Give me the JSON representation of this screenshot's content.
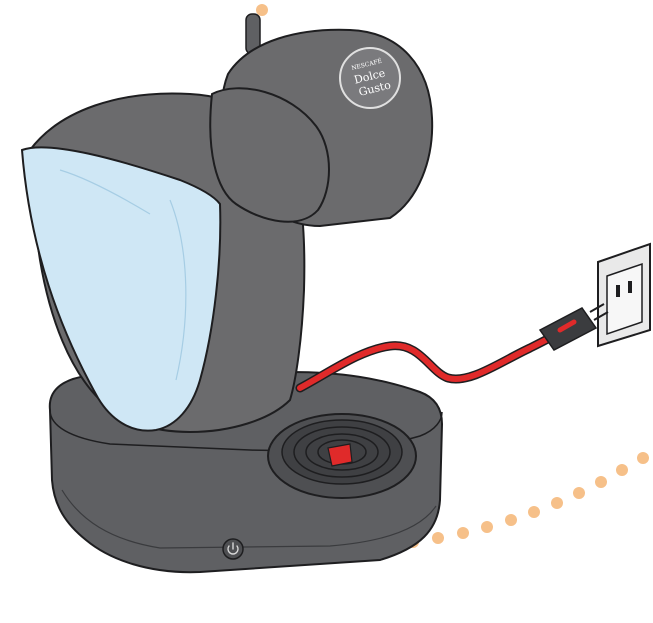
{
  "logo": {
    "brand": "NESCAFÉ",
    "line1": "Dolce",
    "line2": "Gusto"
  },
  "colors": {
    "body": "#6b6b6d",
    "body_dark": "#4e4f52",
    "outline": "#1e1e20",
    "tank": "#cfe7f5",
    "cord": "#e02a2a",
    "dots": "#f6c089",
    "outlet": "#e9e9e9"
  },
  "icons": {
    "power": "power-icon",
    "plug": "plug-icon",
    "outlet": "wall-outlet-icon",
    "capsule_holder": "capsule-holder-icon"
  }
}
